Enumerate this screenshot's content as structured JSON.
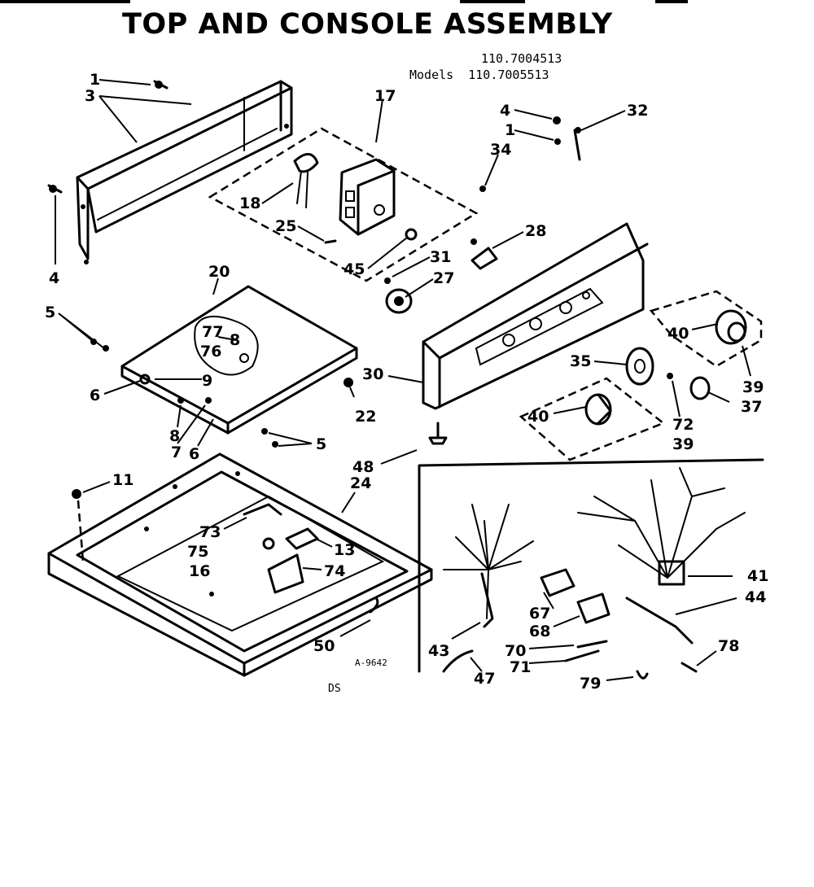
{
  "title": "TOP AND CONSOLE ASSEMBLY",
  "models": {
    "line1": "110.7004513",
    "prefix": "Models",
    "line2": "110.7005513"
  },
  "callouts": {
    "c1a": "1",
    "c3": "3",
    "c4a": "4",
    "c17": "17",
    "c4b": "4",
    "c32": "32",
    "c1b": "1",
    "c34": "34",
    "c18": "18",
    "c25": "25",
    "c45": "45",
    "c28": "28",
    "c31": "31",
    "c27": "27",
    "c20": "20",
    "c5a": "5",
    "c77": "77",
    "c8a": "8",
    "c76": "76",
    "c9": "9",
    "c6a": "6",
    "c30": "30",
    "c40a": "40",
    "c35": "35",
    "c39a": "39",
    "c37": "37",
    "c22": "22",
    "c8b": "8",
    "c7": "7",
    "c6b": "6",
    "c5b": "5",
    "c72": "72",
    "c40b": "40",
    "c39b": "39",
    "c48": "48",
    "c11": "11",
    "c24": "24",
    "c73": "73",
    "c13": "13",
    "c75": "75",
    "c16": "16",
    "c74": "74",
    "c41": "41",
    "c44": "44",
    "c67": "67",
    "c68": "68",
    "c43": "43",
    "c70": "70",
    "c71": "71",
    "c50": "50",
    "c47": "47",
    "c79": "79",
    "c78": "78"
  },
  "figure_code": "A-9642",
  "footer_code": "DS"
}
